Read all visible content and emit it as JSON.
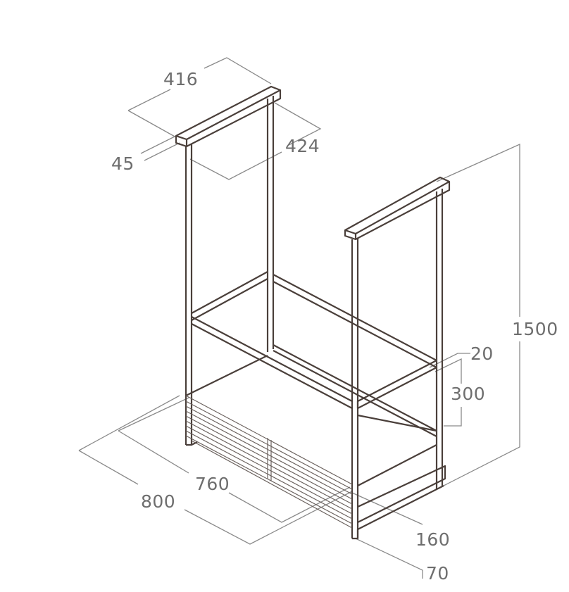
{
  "dimensions": {
    "top_depth": "416",
    "top_height": "45",
    "top_width": "424",
    "total_height": "1500",
    "gap": "20",
    "section_height": "300",
    "inner_length": "760",
    "outer_length": "800",
    "plinth_height": "160",
    "foot_height": "70"
  },
  "colors": {
    "line": "#4a3f3a",
    "dimension": "#8a8a8a",
    "text": "#6e6e6e"
  }
}
